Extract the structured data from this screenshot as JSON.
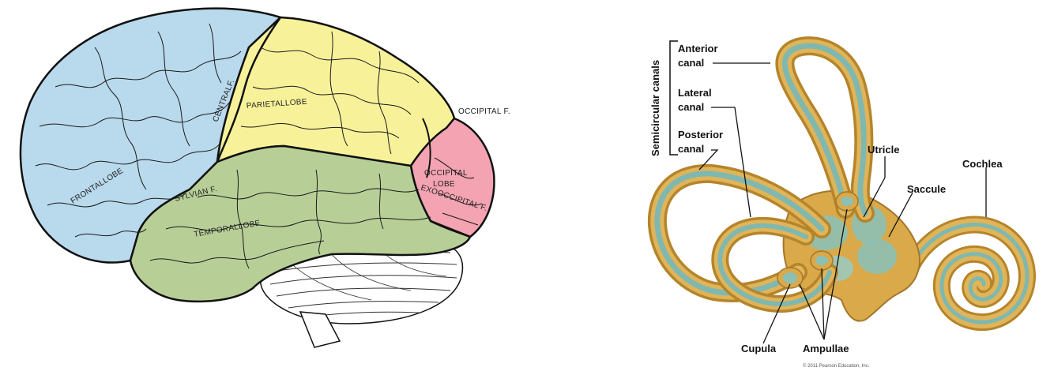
{
  "brain": {
    "labels": {
      "frontal": "FRONTALLOBE",
      "central": "CENTRALF.",
      "parietal": "PARIETALLOBE",
      "occipital_f": "OCCIPITAL F.",
      "occipital_lobe_1": "OCCIPITAL",
      "occipital_lobe_2": "LOBE",
      "exooccipital": "EXOOCCIPITAL F.",
      "sylvian": "SYLVIAN F.",
      "temporal": "TEMPORALLOBE"
    },
    "colors": {
      "frontal": "#b9d9ec",
      "parietal": "#f7f29a",
      "occipital": "#f3a3b1",
      "temporal": "#b7cf97"
    }
  },
  "ear": {
    "labels": {
      "semicircular": "Semicircular canals",
      "anterior_1": "Anterior",
      "anterior_2": "canal",
      "lateral_1": "Lateral",
      "lateral_2": "canal",
      "posterior_1": "Posterior",
      "posterior_2": "canal",
      "utricle": "Utricle",
      "saccule": "Saccule",
      "cochlea": "Cochlea",
      "cupula": "Cupula",
      "ampullae": "Ampullae",
      "copyright": "© 2011 Pearson Education, Inc."
    },
    "colors": {
      "bony": "#d9a94a",
      "membrane": "#7fb8b0"
    }
  }
}
